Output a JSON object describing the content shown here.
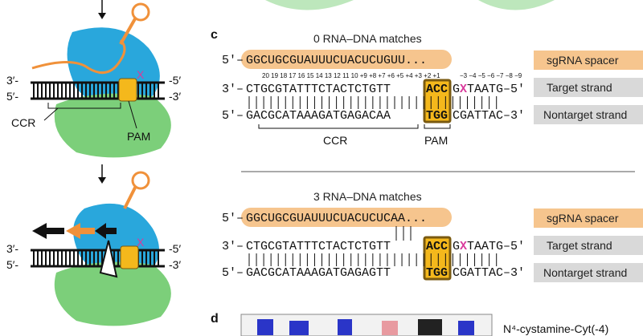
{
  "panels": {
    "c": "c",
    "d": "d"
  },
  "left": {
    "strand_labels": {
      "top_left": "3′-",
      "bottom_left": "5′-",
      "top_right": "-5′",
      "bottom_right": "-3′"
    },
    "ccr": "CCR",
    "pam": "PAM",
    "mismatch_mark": "X"
  },
  "c": {
    "title1": "0 RNA–DNA matches",
    "title2": "3 RNA–DNA matches",
    "five_prime": "5′–",
    "three_prime_left": "3′–",
    "five_prime_left": "5′–",
    "three_prime_right": "–3′",
    "five_prime_right": "–5′",
    "spacer1": "GGCUGCGUAUUUCUACUCUGUU...",
    "spacer2": "GGCUGCGUAUUUCUACUCUCAA...",
    "positions": "20 19 18 17 16 15 14 13 12 11 10 +9 +8 +7 +6 +5 +4 +3 +2 +1",
    "positions_neg": "−3 −4 −5 −6 −7 −8 −9",
    "target_a": "CTGCGTATTTCTACTCTGTT",
    "target_pam": "ACC",
    "target_g": "G",
    "target_x": "X",
    "target_b": "TAATG",
    "nontarget_a": "GACGCATAAAGATGAGACAA",
    "nontarget_a2": "GACGCATAAAGATGAGAGTT",
    "nontarget_pam": "TGG",
    "nontarget_b": "CGATTAC",
    "ccr": "CCR",
    "pam": "PAM",
    "tags": {
      "spacer": "sgRNA spacer",
      "target": "Target strand",
      "nontarget": "Nontarget strand"
    }
  },
  "d": {
    "label": "N⁴-cystamine-Cyt(-4)"
  },
  "colors": {
    "blue": "#29a7dc",
    "green": "#7ccf7a",
    "orange": "#f0913a",
    "pam": "#f4b81c",
    "magenta": "#d93a9c",
    "spacer_bg": "#f6c58e",
    "gray_tag": "#d9d9d9"
  }
}
